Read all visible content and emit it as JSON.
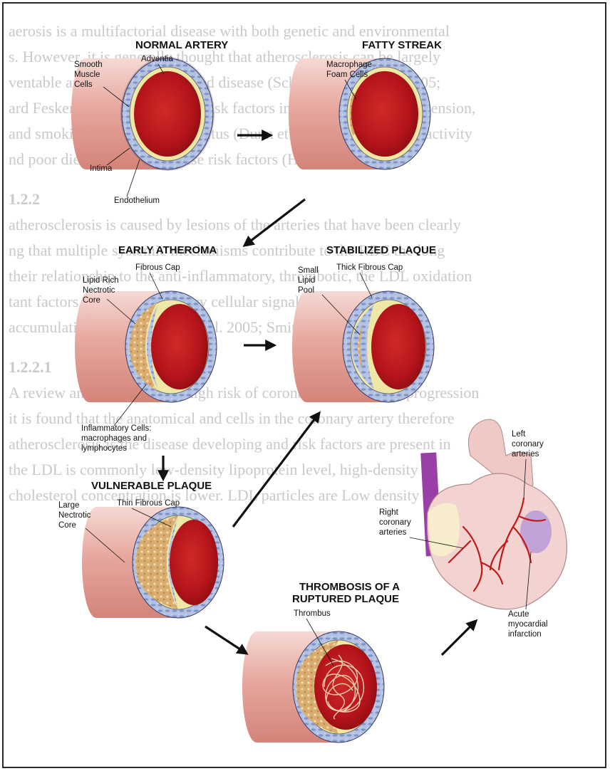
{
  "background_text": {
    "lines": [
      "aerosis is a multifactorial disease with both genetic and environmental",
      "s. However, it is generally thought that atherosclerosis can be largely",
      "ventable and is a lifestyle related disease (Schulz and Weltzien 2005;",
      "ard Feskens 2005). Modifiable risk factors include cigarette, hypertension,",
      "and smoking, and diabetes mellitus (Dunn et al. 2005). Physical inactivity",
      "nd poor diet contribute to these risk factors (Harvey and Bloch"
    ],
    "heading": "1.2.2",
    "lines2": [
      "atherosclerosis is caused by lesions of the arteries that have been clearly",
      "ng that multiple systemic mechanisms contribute to the RBC the long",
      "their relationship to the anti-inflammatory, thrombotic, the LDL oxidation",
      "tant factors in the inflammatory cellular signalling, an increased",
      "accumulation of lipids (Ross et al. 2005; Smith et al. 2006)"
    ],
    "heading2": "1.2.2.1",
    "lines3": [
      "A review among patients of high risk of coronary heart disease progression",
      "it is found that the anatomical and cells in the coronary artery therefore",
      "atherosclerosis is the disease developing and risk factors are present in",
      "the LDL is commonly low-density lipoprotein level, high-density",
      "cholesterol concentration is lower. LDL particles are Low density"
    ]
  },
  "diagram": {
    "stages": [
      {
        "key": "normal",
        "title": "NORMAL ARTERY",
        "labels": [
          "Smooth",
          "Muscle",
          "Cells",
          "Adventia",
          "Intima",
          "Endothelium"
        ]
      },
      {
        "key": "fatty",
        "title": "FATTY STREAK",
        "labels": [
          "Macrophage",
          "Foam Cells"
        ]
      },
      {
        "key": "early",
        "title": "EARLY ATHEROMA",
        "labels": [
          "Fibrous Cap",
          "Lipid Rich",
          "Nectrotic",
          "Core",
          "Inflammatory Cells:",
          "macrophages and",
          "lymphocytes"
        ]
      },
      {
        "key": "stabilized",
        "title": "STABILIZED PLAQUE",
        "labels": [
          "Small",
          "Lipid",
          "Pool",
          "Thick Fibrous Cap"
        ]
      },
      {
        "key": "vulnerable",
        "title": "VULNERABLE PLAQUE",
        "labels": [
          "Thin Fibrous Cap",
          "Large",
          "Nectrotic",
          "Core"
        ]
      },
      {
        "key": "thrombosis",
        "title_line1": "THROMBOSIS OF A",
        "title_line2": "RUPTURED PLAQUE",
        "labels": [
          "Thrombus"
        ]
      }
    ],
    "heart": {
      "labels": [
        "Left",
        "coronary",
        "arteries",
        "Right",
        "coronary",
        "arteries",
        "Acute",
        "myocardial",
        "infarction"
      ]
    }
  },
  "colors": {
    "wall_pink": "#e8a8a0",
    "adventitia_blue": "#a9b8da",
    "intima_yellow": "#efe7a6",
    "lumen_red": "#b8151b",
    "plaque_tan": "#d7a968",
    "heart_pink": "#f3d3d0",
    "artery_red": "#c21818",
    "vein_purple": "#9a3fa8",
    "infarct_purple": "#b89ad8"
  },
  "icons": [
    "arrow-icon"
  ]
}
